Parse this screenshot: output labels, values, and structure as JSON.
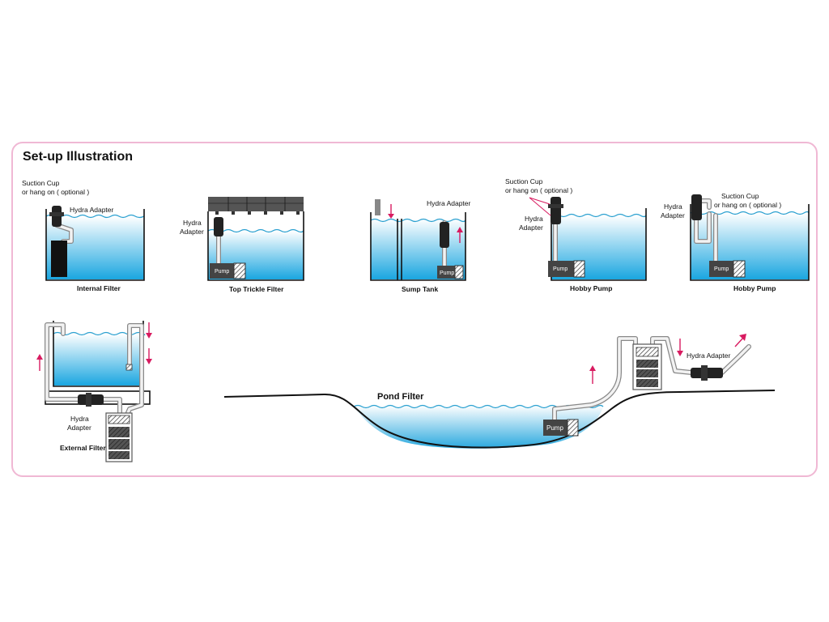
{
  "title": "Set-up Illustration",
  "panels": {
    "internal": {
      "caption": "Internal Filter",
      "suction_label_1": "Suction Cup",
      "suction_label_2": "or hang on ( optional )",
      "adapter_label": "Hydra Adapter"
    },
    "trickle": {
      "caption": "Top Trickle Filter",
      "adapter_label_1": "Hydra",
      "adapter_label_2": "Adapter",
      "pump_label": "Pump"
    },
    "sump": {
      "caption": "Sump Tank",
      "adapter_label": "Hydra Adapter",
      "pump_label": "Pump"
    },
    "hobby1": {
      "caption": "Hobby Pump",
      "suction_label_1": "Suction Cup",
      "suction_label_2": "or hang on ( optional )",
      "adapter_label_1": "Hydra",
      "adapter_label_2": "Adapter",
      "pump_label": "Pump"
    },
    "hobby2": {
      "caption": "Hobby Pump",
      "suction_label_1": "Suction Cup",
      "suction_label_2": "or hang on ( optional )",
      "adapter_label_1": "Hydra",
      "adapter_label_2": "Adapter",
      "pump_label": "Pump"
    },
    "external": {
      "caption": "External Filter",
      "adapter_label_1": "Hydra",
      "adapter_label_2": "Adapter"
    },
    "pond": {
      "caption": "Pond Filter",
      "adapter_label": "Hydra Adapter",
      "pump_label": "Pump"
    }
  },
  "colors": {
    "border": "#f0b8d4",
    "water": "#2aa0d0",
    "arrow": "#d81b60"
  }
}
